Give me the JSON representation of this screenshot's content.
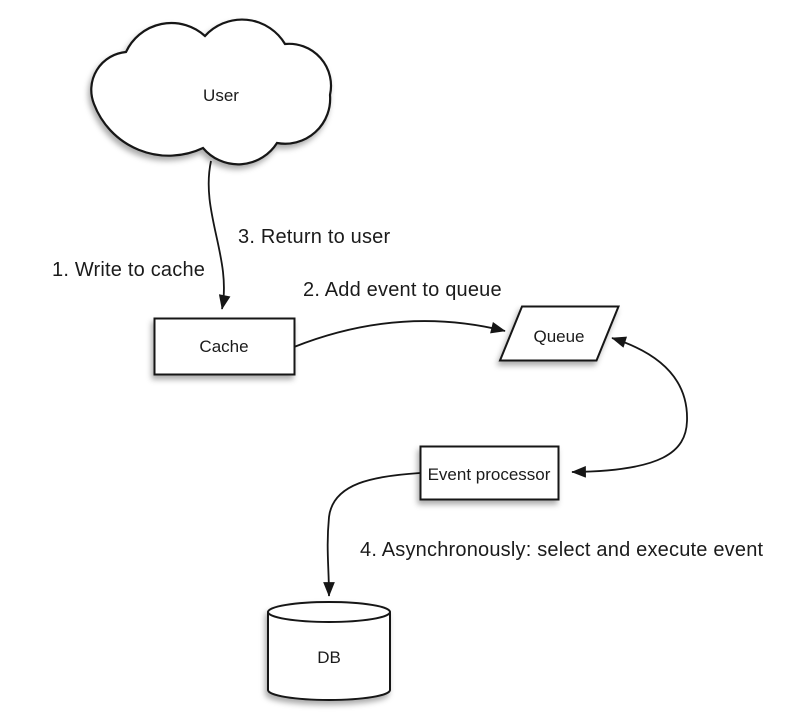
{
  "diagram": {
    "type": "flow-diagram",
    "background_color": "#ffffff",
    "stroke_color": "#161616",
    "text_color": "#1b1b1b",
    "nodes": [
      {
        "id": "user",
        "shape": "cloud",
        "label": "User"
      },
      {
        "id": "cache",
        "shape": "rectangle",
        "label": "Cache"
      },
      {
        "id": "queue",
        "shape": "parallelogram",
        "label": "Queue"
      },
      {
        "id": "event-processor",
        "shape": "rectangle",
        "label": "Event processor"
      },
      {
        "id": "db",
        "shape": "cylinder",
        "label": "DB"
      }
    ],
    "annotations": [
      {
        "id": "step-1",
        "text": "1. Write to cache"
      },
      {
        "id": "step-2",
        "text": "2. Add event to queue"
      },
      {
        "id": "step-3",
        "text": "3. Return to user"
      },
      {
        "id": "step-4",
        "text": "4. Asynchronously: select and execute event"
      }
    ],
    "edges": [
      {
        "from": "user",
        "to": "cache",
        "style": "curved",
        "arrow": "end"
      },
      {
        "from": "cache",
        "to": "queue",
        "style": "curved",
        "arrow": "end"
      },
      {
        "from": "queue",
        "to": "event-processor",
        "style": "curved",
        "arrow": "both"
      },
      {
        "from": "event-processor",
        "to": "db",
        "style": "curved",
        "arrow": "end"
      }
    ]
  }
}
